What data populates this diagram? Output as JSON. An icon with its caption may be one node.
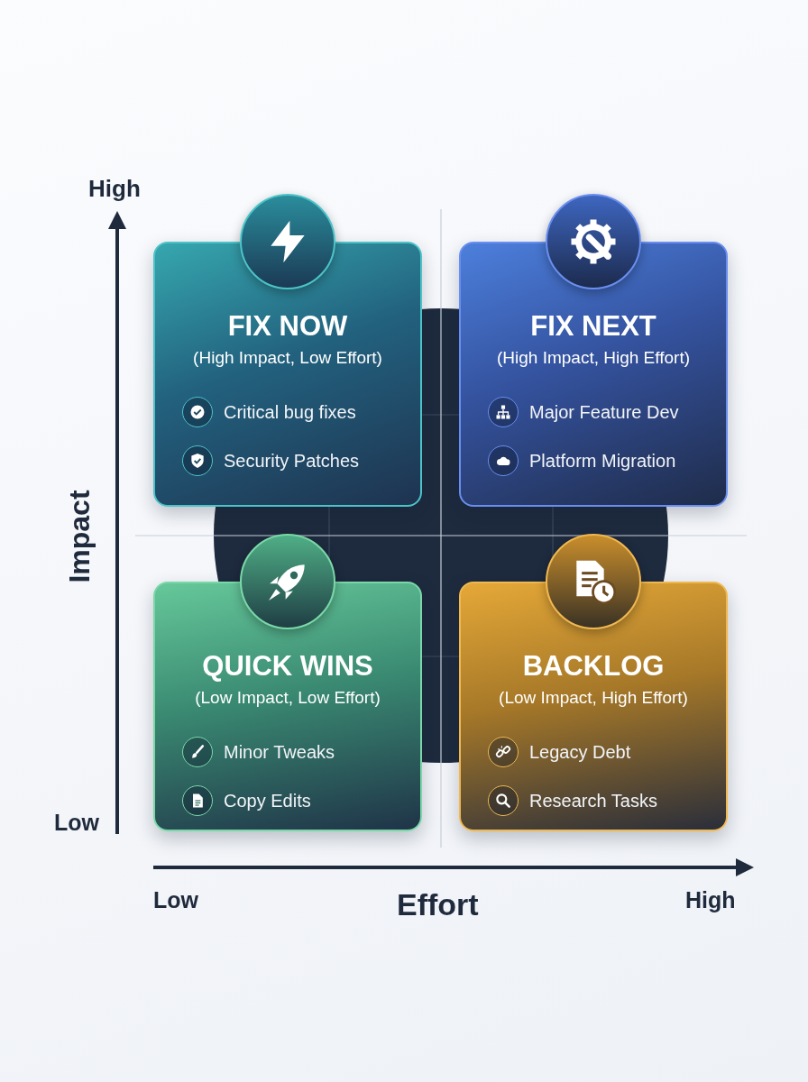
{
  "diagram": {
    "nodes": [
      {
        "text": [
          "FIX NOW",
          "(High Impact, Low Effort)",
          "Critical bug fixes",
          "Security Patches"
        ]
      },
      {
        "text": [
          "FIX NEXT",
          "(High Impact, High Effort)",
          "Major Feature Dev",
          "Platform Migration"
        ]
      },
      {
        "text": [
          "QUICK WINS",
          "(Low Impact, Low Effort)",
          "Minor Tweaks",
          "Copy Edits"
        ]
      },
      {
        "text": [
          "BACKLOG",
          "(Low Impact, High Effort)",
          "Legacy Debt",
          "Research Tasks"
        ]
      }
    ],
    "labels": [
      "High",
      "Impact",
      "Low",
      "Low",
      "Effort",
      "High"
    ]
  }
}
